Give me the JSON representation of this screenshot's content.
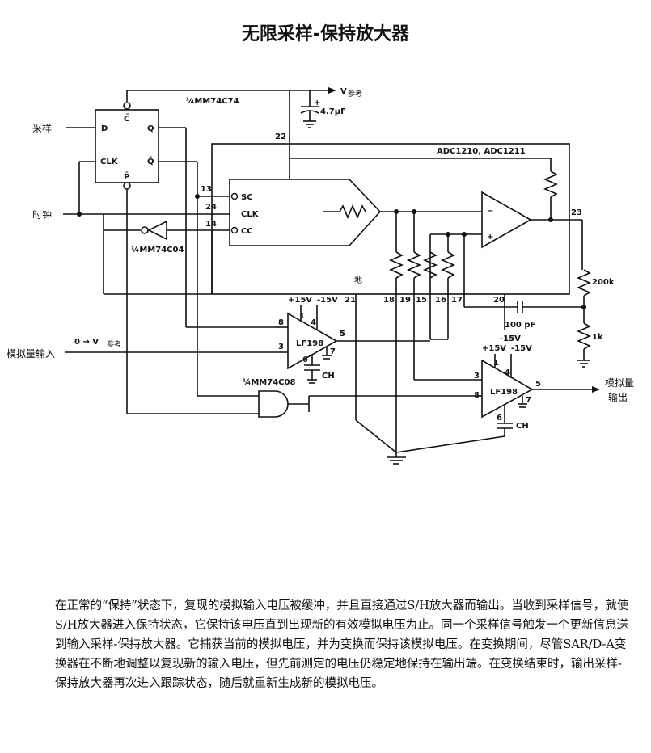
{
  "title": "无限采样-保持放大器",
  "labels": {
    "vref_top": "V",
    "vref_top_sub": "参考",
    "ff_part": "¼MM74C74",
    "cap_top": "4.7μF",
    "ff_d": "D",
    "ff_clr": "C̄",
    "ff_q": "Q",
    "ff_clk": "CLK",
    "ff_qbar": "Q̄",
    "ff_pre": "P̄",
    "input_sample": "采样",
    "input_clock": "时钟",
    "inverter_part": "¼MM74C04",
    "adc_part": "ADC1210, ADC1211",
    "adc_sc": "SC",
    "adc_clk": "CLK",
    "adc_cc": "CC",
    "pin_13": "13",
    "pin_24": "24",
    "pin_14": "14",
    "pin_22": "22",
    "pin_23": "23",
    "pin_18": "18",
    "pin_19": "19",
    "pin_15": "15",
    "pin_16": "16",
    "pin_17": "17",
    "pin_20": "20",
    "pin_21": "21",
    "ground_cn": "地",
    "res_200k": "200k",
    "res_1k": "1k",
    "cap_100pf": "100 pF",
    "plus15": "+15V",
    "minus15": "-15V",
    "lf198": "LF198",
    "ch": "CH",
    "analog_in": "模拟量输入",
    "analog_in_range": "0 → V",
    "analog_in_range_sub": "参考",
    "and_part": "¼MM74C08",
    "analog_out_1": "模拟量",
    "analog_out_2": "输出",
    "p1": "1",
    "p4": "4",
    "p5": "5",
    "p3": "3",
    "p8": "8",
    "p6": "6",
    "p7": "7"
  },
  "description": "在正常的“保持”状态下，复现的模拟输入电压被缓冲，并且直接通过S/H放大器而输出。当收到采样信号，就使S/H放大器进入保持状态，它保持该电压直到出现新的有效模拟电压为止。同一个采样信号触发一个更新信息送到输入采样-保持放大器。它捕获当前的模拟电压，并为变换而保持该模拟电压。在变换期间，尽管SAR/D-A变换器在不断地调整以复现新的输入电压，但先前测定的电压仍稳定地保持在输出端。在变换结束时，输出采样-保持放大器再次进入跟踪状态，随后就重新生成新的模拟电压。"
}
